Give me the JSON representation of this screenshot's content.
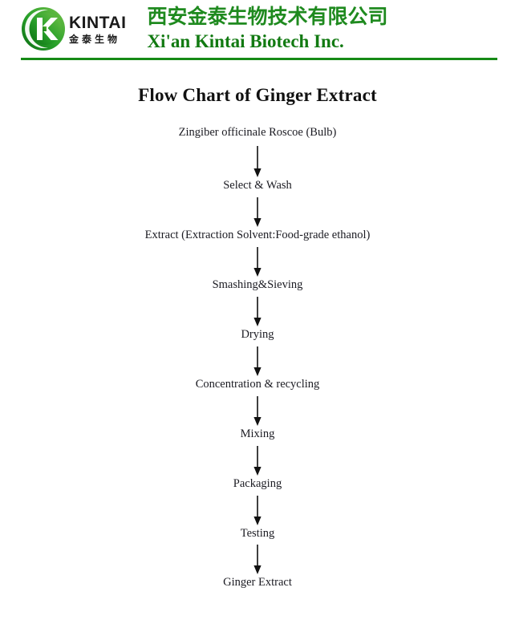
{
  "header": {
    "logo": {
      "icon": "kintai-circle-k-logo",
      "wordmark_en": "KINTAI",
      "wordmark_cn": "金泰生物",
      "brand_green": "#2aa12a",
      "brand_dark_green": "#0d7a0d"
    },
    "company_name_cn": "西安金泰生物技术有限公司",
    "company_name_en": "Xi'an Kintai Biotech Inc.",
    "rule_color": "#168a16"
  },
  "title": "Flow Chart of Ginger Extract",
  "chart_data": {
    "type": "diagram",
    "title": "Flow Chart of Ginger Extract",
    "orientation": "vertical",
    "connector": "down-arrow",
    "nodes": [
      "Zingiber officinale Roscoe (Bulb)",
      "Select & Wash",
      "Extract (Extraction Solvent:Food-grade ethanol)",
      "Smashing&Sieving",
      "Drying",
      "Concentration & recycling",
      "Mixing",
      "Packaging",
      "Testing",
      "Ginger Extract"
    ]
  }
}
